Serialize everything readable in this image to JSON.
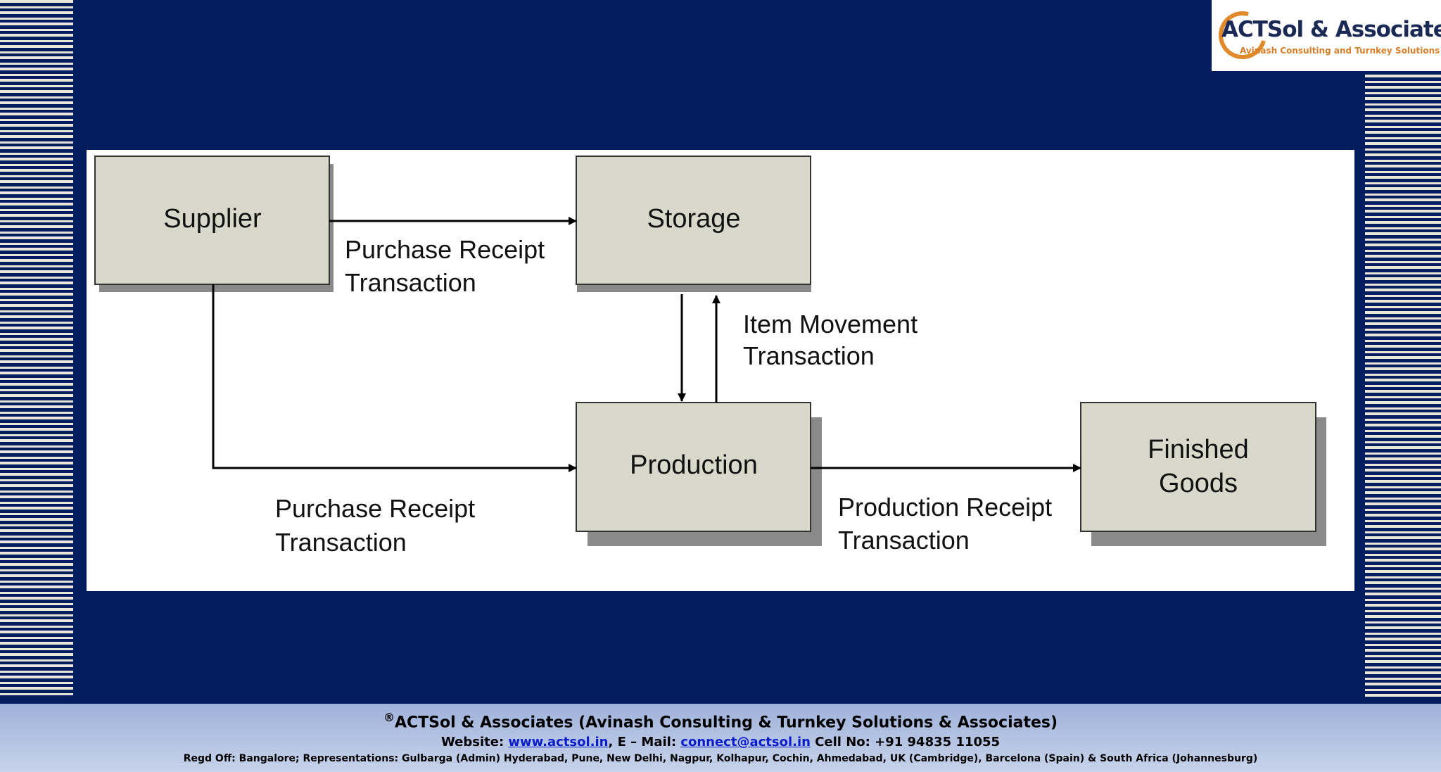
{
  "logo": {
    "title": "ACTSol & Associates",
    "subtitle": "Avinash Consulting and Turnkey Solutions"
  },
  "diagram": {
    "nodes": {
      "supplier": "Supplier",
      "storage": "Storage",
      "production": "Production",
      "finished_line1": "Finished",
      "finished_line2": "Goods"
    },
    "edges": {
      "supplier_storage_line1": "Purchase Receipt",
      "supplier_storage_line2": "Transaction",
      "storage_production_line1": "Item Movement",
      "storage_production_line2": "Transaction",
      "supplier_production_line1": "Purchase Receipt",
      "supplier_production_line2": "Transaction",
      "production_finished_line1": "Production Receipt",
      "production_finished_line2": "Transaction"
    }
  },
  "footer": {
    "registered_mark": "®",
    "company": "ACTSol & Associates (Avinash Consulting & Turnkey Solutions & Associates)",
    "website_label": "Website:",
    "website": "www.actsol.in",
    "email_label": ",  E – Mail:",
    "email": "connect@actsol.in",
    "phone": " Cell No: +91 94835 11055",
    "address": "Regd Off: Bangalore; Representations: Gulbarga (Admin) Hyderabad, Pune, New Delhi, Nagpur, Kolhapur, Cochin, Ahmedabad, UK (Cambridge), Barcelona (Spain) & South Africa (Johannesburg)"
  },
  "colors": {
    "background": "#031d5e",
    "box_fill": "#d9d9cb",
    "box_shadow": "#8a8a8a",
    "stripe": "#e7e6d8",
    "logo_accent": "#e08a2c"
  }
}
